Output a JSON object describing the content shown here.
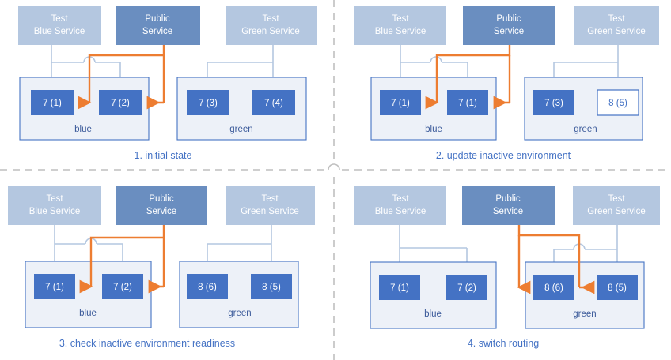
{
  "diagram": {
    "title_colors": {
      "public_service_fill": "#6A8EC0",
      "test_service_fill": "#B4C7E0",
      "instance_fill": "#4472C4",
      "instance_outline_fill": "#FFFFFF",
      "instance_outline_stroke": "#4472C4",
      "env_fill": "#EDF1F8",
      "env_stroke": "#4472C4",
      "arrow_blue": "#B4C7E0",
      "arrow_orange": "#ED7D31",
      "caption_color": "#4472C4",
      "divider_color": "#BFBFBF"
    },
    "services": {
      "test_blue": "Test\nBlue Service",
      "test_blue_line1": "Test",
      "test_blue_line2": "Blue Service",
      "public_line1": "Public",
      "public_line2": "Service",
      "test_green_line1": "Test",
      "test_green_line2": "Green Service"
    },
    "environments": {
      "blue": "blue",
      "green": "green"
    },
    "panels": [
      {
        "id": "panel-1",
        "caption": "1. initial state",
        "blue_env": {
          "label": "blue",
          "instances": [
            {
              "label": "7 (1)",
              "style": "filled"
            },
            {
              "label": "7 (2)",
              "style": "filled"
            }
          ]
        },
        "green_env": {
          "label": "green",
          "instances": [
            {
              "label": "7 (3)",
              "style": "filled"
            },
            {
              "label": "7 (4)",
              "style": "filled"
            }
          ]
        },
        "public_routing": "blue"
      },
      {
        "id": "panel-2",
        "caption": "2. update inactive environment",
        "blue_env": {
          "label": "blue",
          "instances": [
            {
              "label": "7 (1)",
              "style": "filled"
            },
            {
              "label": "7 (1)",
              "style": "filled"
            }
          ]
        },
        "green_env": {
          "label": "green",
          "instances": [
            {
              "label": "7 (3)",
              "style": "filled"
            },
            {
              "label": "8 (5)",
              "style": "outline"
            }
          ]
        },
        "public_routing": "blue"
      },
      {
        "id": "panel-3",
        "caption": "3. check inactive environment readiness",
        "blue_env": {
          "label": "blue",
          "instances": [
            {
              "label": "7 (1)",
              "style": "filled"
            },
            {
              "label": "7 (2)",
              "style": "filled"
            }
          ]
        },
        "green_env": {
          "label": "green",
          "instances": [
            {
              "label": "8 (6)",
              "style": "filled"
            },
            {
              "label": "8 (5)",
              "style": "filled"
            }
          ]
        },
        "public_routing": "blue"
      },
      {
        "id": "panel-4",
        "caption": "4. switch routing",
        "blue_env": {
          "label": "blue",
          "instances": [
            {
              "label": "7 (1)",
              "style": "filled"
            },
            {
              "label": "7 (2)",
              "style": "filled"
            }
          ]
        },
        "green_env": {
          "label": "green",
          "instances": [
            {
              "label": "8 (6)",
              "style": "filled"
            },
            {
              "label": "8 (5)",
              "style": "filled"
            }
          ]
        },
        "public_routing": "green"
      }
    ]
  }
}
